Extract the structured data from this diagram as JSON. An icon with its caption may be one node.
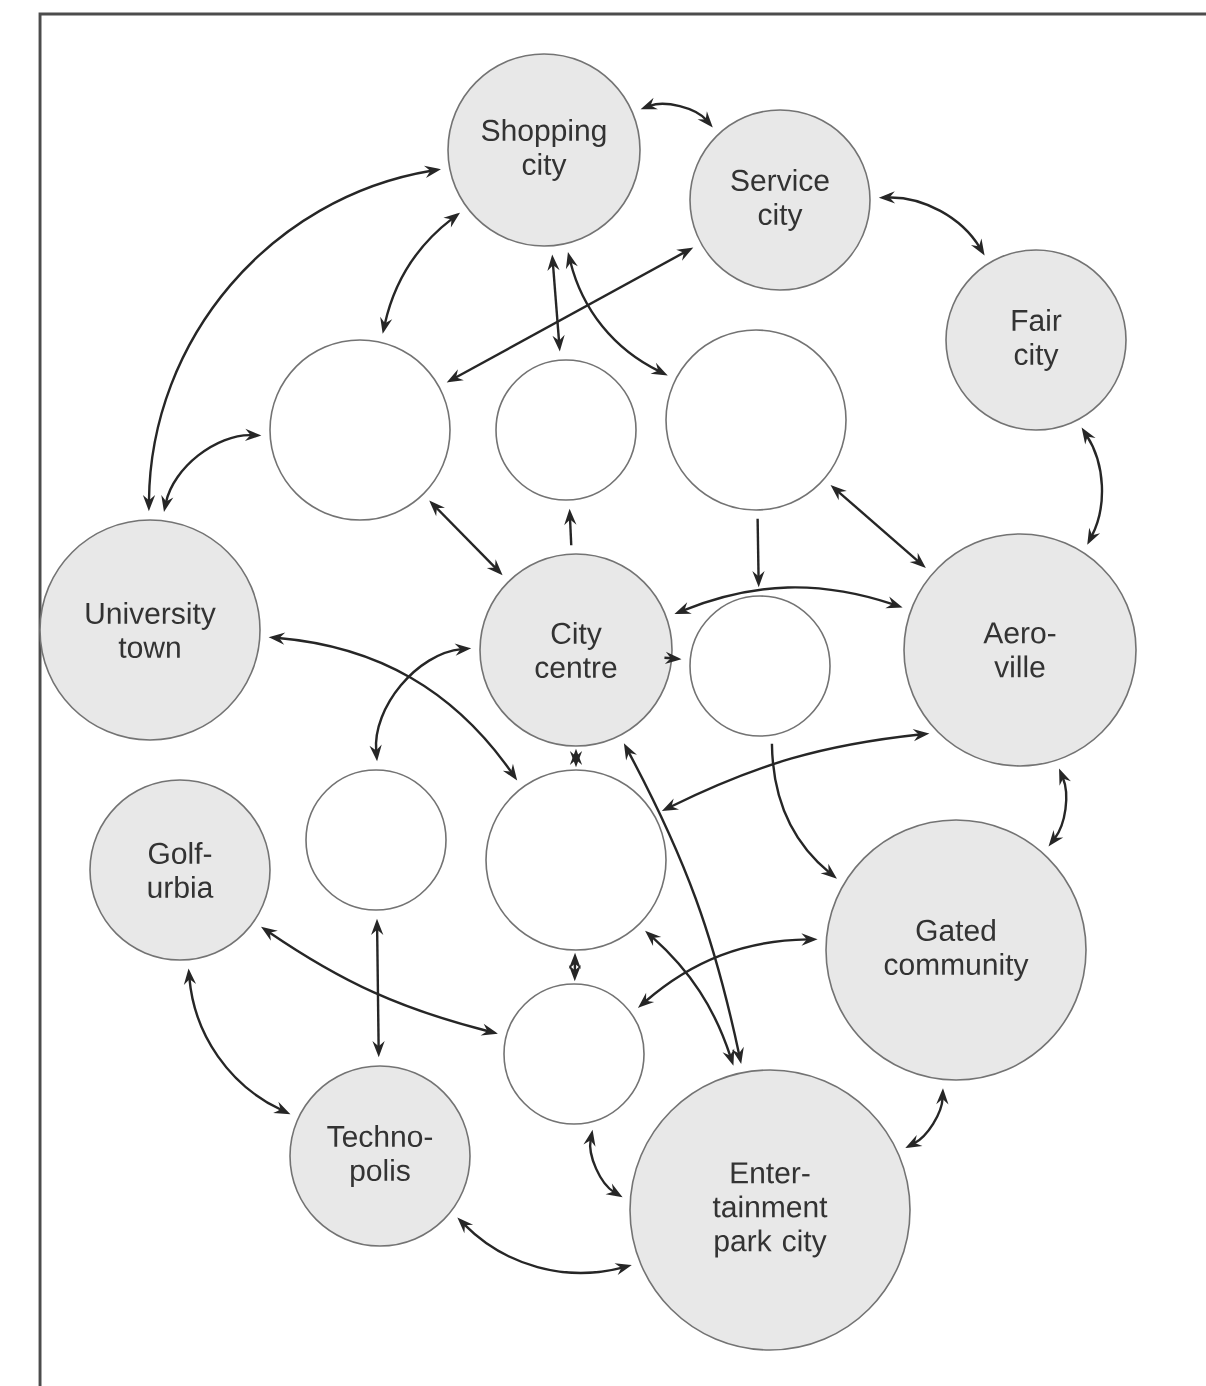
{
  "diagram": {
    "nodes": [
      {
        "text": [
          "Shopping city"
        ]
      },
      {
        "text": [
          "Service city"
        ]
      },
      {
        "text": [
          "Fair city"
        ]
      },
      {
        "text": [],
        "shape": "circle"
      },
      {
        "text": [],
        "shape": "circle"
      },
      {
        "text": [],
        "shape": "circle"
      },
      {
        "text": [
          "University town"
        ]
      },
      {
        "text": [
          "City centre"
        ]
      },
      {
        "text": [],
        "shape": "circle"
      },
      {
        "text": [
          "Aero-ville"
        ]
      },
      {
        "text": [
          "Golf-urbia"
        ]
      },
      {
        "text": [],
        "shape": "circle"
      },
      {
        "text": [],
        "shape": "circle"
      },
      {
        "text": [
          "Gated community"
        ]
      },
      {
        "text": [],
        "shape": "circle"
      },
      {
        "text": [
          "Techno-polis"
        ]
      },
      {
        "text": [
          "Enter-tainment park city"
        ]
      }
    ],
    "edges": [
      {
        "from": 0,
        "to": 1,
        "arrow": "both"
      },
      {
        "from": 1,
        "to": 2,
        "arrow": "both"
      },
      {
        "from": 2,
        "to": 9,
        "arrow": "both"
      },
      {
        "from": 9,
        "to": 13,
        "arrow": "both"
      },
      {
        "from": 13,
        "to": 16,
        "arrow": "both"
      },
      {
        "from": 16,
        "to": 15,
        "arrow": "both"
      },
      {
        "from": 15,
        "to": 10,
        "arrow": "both"
      },
      {
        "from": 0,
        "to": 6,
        "arrow": "both"
      },
      {
        "from": 0,
        "to": 3,
        "arrow": "both"
      },
      {
        "from": 6,
        "to": 3,
        "arrow": "both"
      },
      {
        "from": 1,
        "to": 3,
        "arrow": "both"
      },
      {
        "from": 0,
        "to": 4,
        "arrow": "both"
      },
      {
        "from": 0,
        "to": 5,
        "arrow": "both"
      },
      {
        "from": 3,
        "to": 7,
        "arrow": "both"
      },
      {
        "from": 7,
        "to": 4,
        "arrow": "to"
      },
      {
        "from": 5,
        "to": 9,
        "arrow": "both"
      },
      {
        "from": 5,
        "to": 8,
        "arrow": "to"
      },
      {
        "from": 7,
        "to": 9,
        "arrow": "both"
      },
      {
        "from": 7,
        "to": 8,
        "arrow": "to"
      },
      {
        "from": 6,
        "to": 12,
        "arrow": "both"
      },
      {
        "from": 7,
        "to": 11,
        "arrow": "both"
      },
      {
        "from": 7,
        "to": 12,
        "arrow": "both"
      },
      {
        "from": 12,
        "to": 14,
        "arrow": "both"
      },
      {
        "from": 11,
        "to": 15,
        "arrow": "both"
      },
      {
        "from": 10,
        "to": 14,
        "arrow": "both"
      },
      {
        "from": 12,
        "to": 9,
        "arrow": "both"
      },
      {
        "from": 8,
        "to": 13,
        "arrow": "to"
      },
      {
        "from": 7,
        "to": 16,
        "arrow": "both"
      },
      {
        "from": 12,
        "to": 16,
        "arrow": "both"
      },
      {
        "from": 14,
        "to": 13,
        "arrow": "both"
      },
      {
        "from": 14,
        "to": 16,
        "arrow": "both"
      }
    ]
  }
}
